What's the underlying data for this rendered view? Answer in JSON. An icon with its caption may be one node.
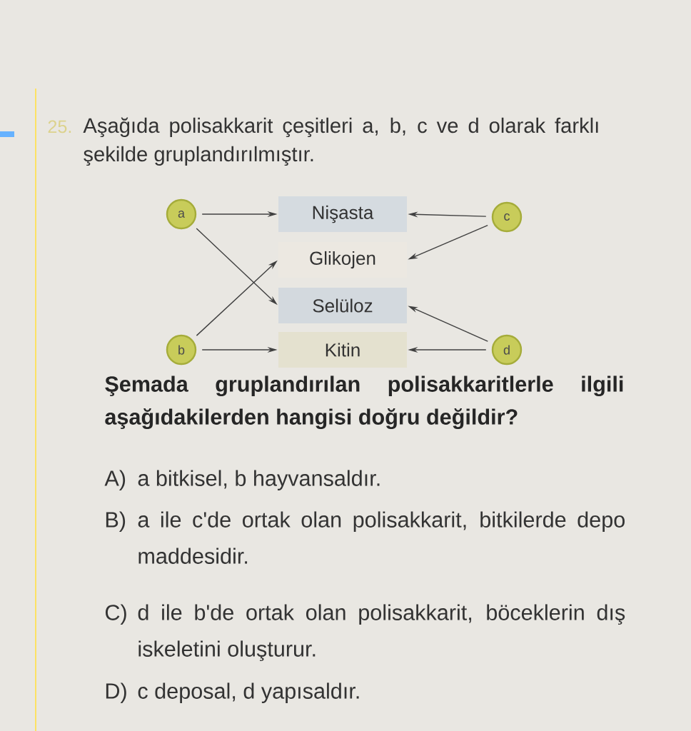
{
  "diagram": {
    "nodes": [
      {
        "text": [
          "a"
        ]
      },
      {
        "text": [
          "Nişasta"
        ]
      },
      {
        "text": [
          "c"
        ]
      },
      {
        "text": [
          "Glikojen"
        ]
      },
      {
        "text": [
          "Selüloz"
        ]
      },
      {
        "text": [
          "b"
        ]
      },
      {
        "text": [
          "Kitin"
        ]
      },
      {
        "text": [
          "d"
        ]
      }
    ],
    "edges": [
      {
        "from": 0,
        "to": 1,
        "arrow": "to"
      },
      {
        "from": 0,
        "to": 4,
        "arrow": "to"
      },
      {
        "from": 2,
        "to": 1,
        "arrow": "to"
      },
      {
        "from": 2,
        "to": 3,
        "arrow": "to"
      },
      {
        "from": 5,
        "to": 3,
        "arrow": "to"
      },
      {
        "from": 5,
        "to": 6,
        "arrow": "to"
      },
      {
        "from": 7,
        "to": 4,
        "arrow": "to"
      },
      {
        "from": 7,
        "to": 6,
        "arrow": "to"
      }
    ],
    "labels": [
      "25.",
      "Aşağıda polisakkarit çeşitleri a, b, c ve d olarak farklı şekilde gruplandırılmıştır.",
      "Şemada gruplandırılan polisakkaritlerle ilgili aşağıdakilerden hangisi doğru değildir?",
      "A)",
      "a bitkisel, b hayvansaldır.",
      "B)",
      "a ile c'de ortak olan polisakkarit, bitkilerde depo maddesidir.",
      "C)",
      "d ile b'de ortak olan polisakkarit, böceklerin dış iskeletini oluşturur.",
      "D)",
      "c deposal, d yapısaldır."
    ]
  }
}
